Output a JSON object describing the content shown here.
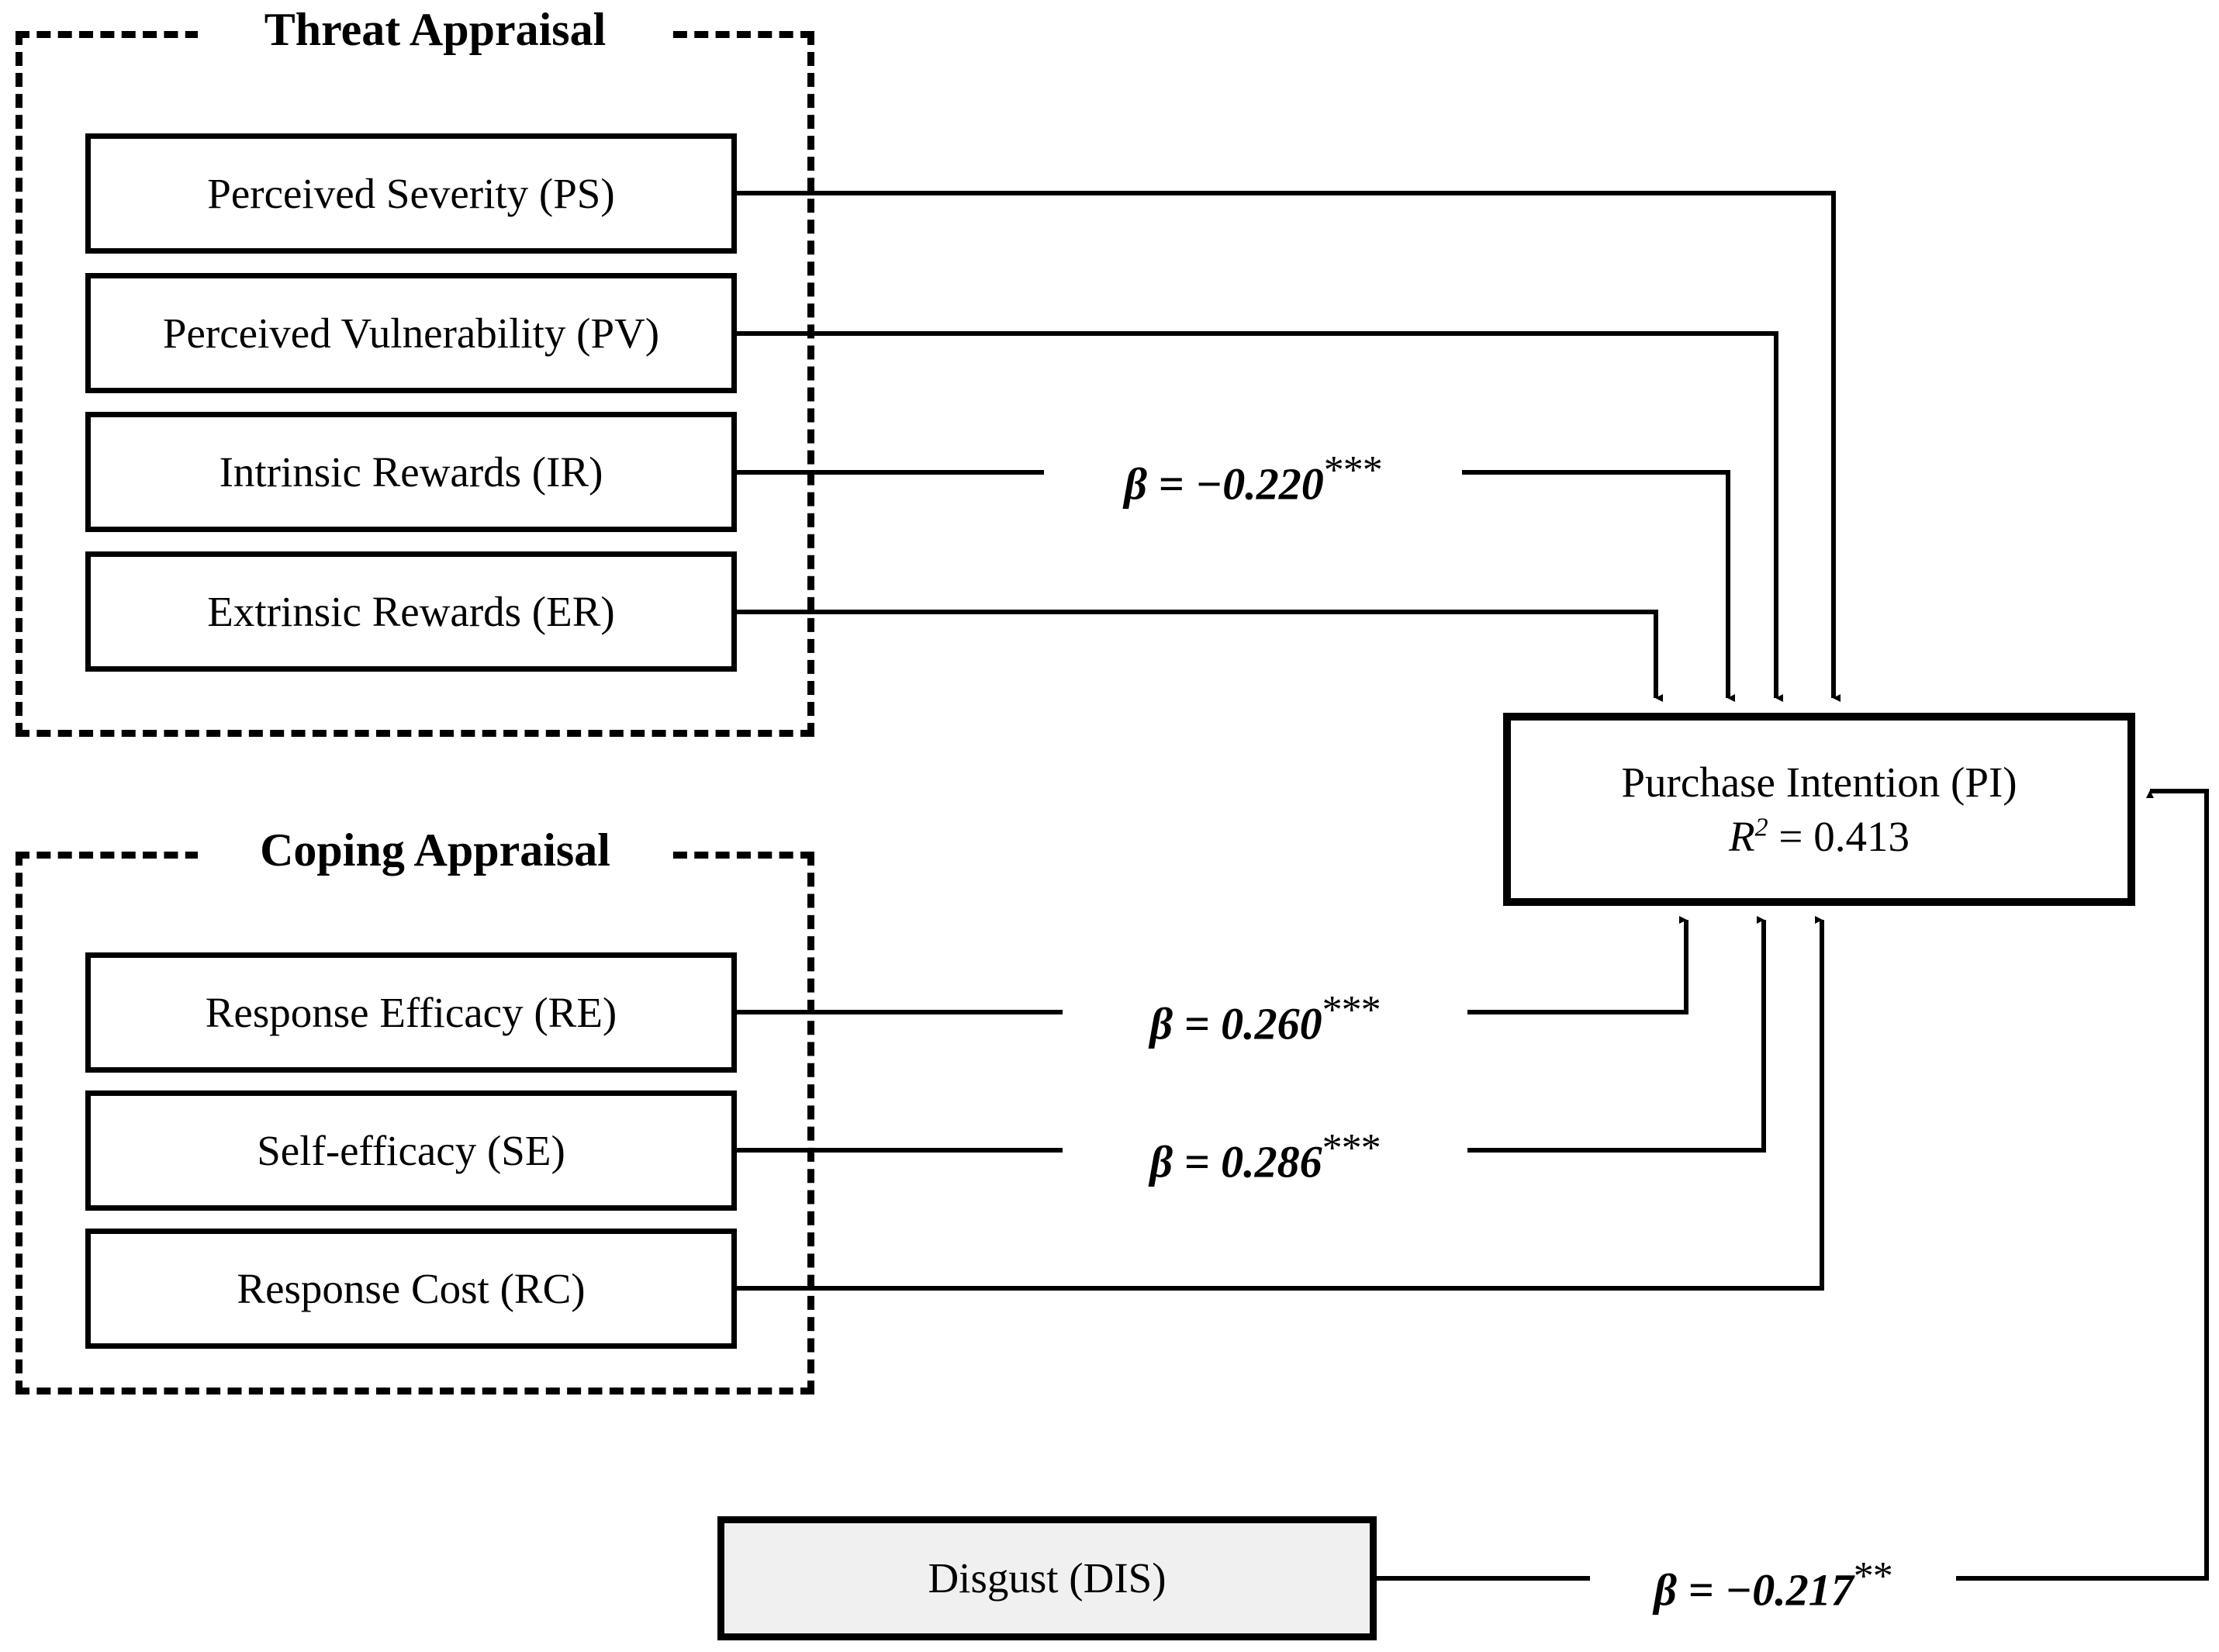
{
  "diagram": {
    "title": "Protection Motivation Theory path model of purchase intention",
    "type": "path-diagram",
    "background_color": "#ffffff",
    "line_color": "#000000",
    "shaded_fill": "#f0f0f0"
  },
  "groups": [
    {
      "id": "threat-appraisal",
      "label": "Threat Appraisal",
      "border_style": "dashed"
    },
    {
      "id": "coping-appraisal",
      "label": "Coping Appraisal",
      "border_style": "dashed"
    }
  ],
  "nodes": [
    {
      "id": "ps",
      "label": "Perceived Severity (PS)",
      "group": "threat-appraisal",
      "fill": "#ffffff"
    },
    {
      "id": "pv",
      "label": "Perceived Vulnerability (PV)",
      "group": "threat-appraisal",
      "fill": "#ffffff"
    },
    {
      "id": "ir",
      "label": "Intrinsic Rewards (IR)",
      "group": "threat-appraisal",
      "fill": "#ffffff"
    },
    {
      "id": "er",
      "label": "Extrinsic Rewards (ER)",
      "group": "threat-appraisal",
      "fill": "#ffffff"
    },
    {
      "id": "re",
      "label": "Response Efficacy (RE)",
      "group": "coping-appraisal",
      "fill": "#ffffff"
    },
    {
      "id": "se",
      "label": "Self-efficacy (SE)",
      "group": "coping-appraisal",
      "fill": "#ffffff"
    },
    {
      "id": "rc",
      "label": "Response Cost (RC)",
      "group": "coping-appraisal",
      "fill": "#ffffff"
    },
    {
      "id": "dis",
      "label": "Disgust (DIS)",
      "group": null,
      "fill": "#f0f0f0"
    }
  ],
  "outcome": {
    "id": "pi",
    "label": "Purchase Intention (PI)",
    "r2_symbol": "R",
    "r2_exponent": "2",
    "r2_equals": " = ",
    "r2_value": "0.413",
    "fill": "#ffffff"
  },
  "paths": [
    {
      "id": "ps-pi",
      "from": "ps",
      "to": "pi",
      "label": "",
      "beta": null,
      "stars": "",
      "labelled": false
    },
    {
      "id": "pv-pi",
      "from": "pv",
      "to": "pi",
      "label": "",
      "beta": null,
      "stars": "",
      "labelled": false
    },
    {
      "id": "ir-pi",
      "from": "ir",
      "to": "pi",
      "label": "β = −0.220",
      "beta": -0.22,
      "stars": "***",
      "labelled": true
    },
    {
      "id": "er-pi",
      "from": "er",
      "to": "pi",
      "label": "",
      "beta": null,
      "stars": "",
      "labelled": false
    },
    {
      "id": "re-pi",
      "from": "re",
      "to": "pi",
      "label": "β = 0.260",
      "beta": 0.26,
      "stars": "***",
      "labelled": true
    },
    {
      "id": "se-pi",
      "from": "se",
      "to": "pi",
      "label": "β = 0.286",
      "beta": 0.286,
      "stars": "***",
      "labelled": true
    },
    {
      "id": "rc-pi",
      "from": "rc",
      "to": "pi",
      "label": "",
      "beta": null,
      "stars": "",
      "labelled": false
    },
    {
      "id": "dis-pi",
      "from": "dis",
      "to": "pi",
      "label": "β = −0.217",
      "beta": -0.217,
      "stars": "**",
      "labelled": true
    }
  ],
  "labels": {
    "beta_ir": {
      "prefix": "β",
      "body": " = −0.220",
      "stars": "***"
    },
    "beta_re": {
      "prefix": "β",
      "body": " = 0.260",
      "stars": "***"
    },
    "beta_se": {
      "prefix": "β",
      "body": " = 0.286",
      "stars": "***"
    },
    "beta_dis": {
      "prefix": "β",
      "body": " = −0.217",
      "stars": "**"
    }
  }
}
